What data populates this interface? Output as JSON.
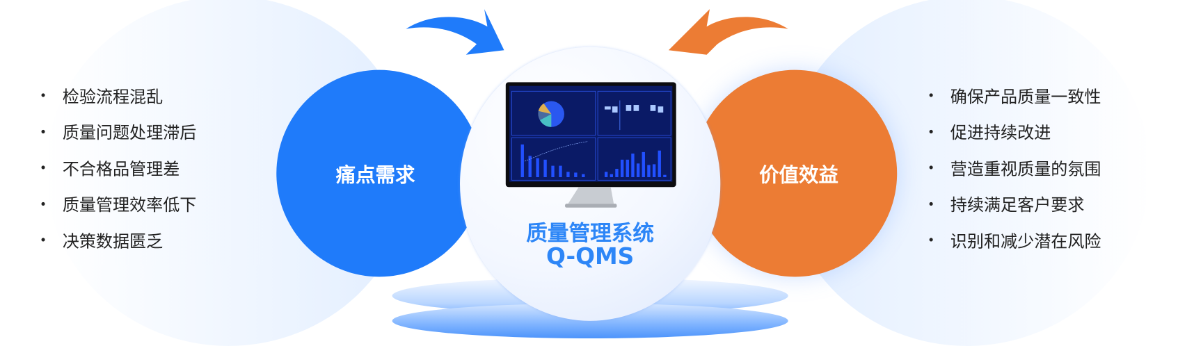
{
  "pain": {
    "label": "痛点需求",
    "items": [
      "检验流程混乱",
      "质量问题处理滞后",
      "不合格品管理差",
      "质量管理效率低下",
      "决策数据匮乏"
    ]
  },
  "value": {
    "label": "价值效益",
    "items": [
      "确保产品质量一致性",
      "促进持续改进",
      "营造重视质量的氛围",
      "持续满足客户要求",
      "识别和减少潜在风险"
    ]
  },
  "system": {
    "title": "质量管理系统",
    "subtitle": "Q-QMS"
  },
  "colors": {
    "blue": "#1f7bfa",
    "orange": "#ec7c34",
    "title": "#2d86f7"
  }
}
